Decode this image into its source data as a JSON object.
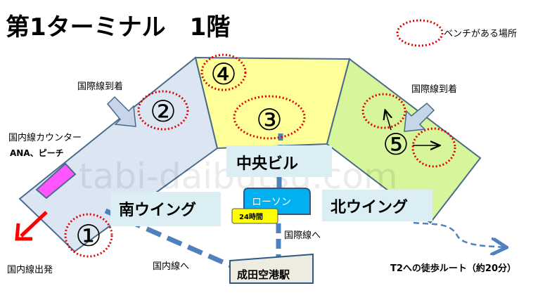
{
  "title": "第1ターミナル　1階",
  "legend": {
    "label": "ベンチがある場所",
    "color": "#e00000"
  },
  "watermark": "tabi-daibutsu.com",
  "areas": {
    "south_wing": "南ウイング",
    "central_building": "中央ビル",
    "north_wing": "北ウイング"
  },
  "shops": {
    "lawson": "ローソン",
    "hours_badge": "24時間"
  },
  "station": "成田空港駅",
  "bench_markers": [
    "①",
    "②",
    "③",
    "④",
    "⑤"
  ],
  "annotations": {
    "intl_arrival_left": "国際線到着",
    "intl_arrival_right": "国際線到着",
    "domestic_counter": "国内線カウンター",
    "domestic_airlines": "ANA、ピーチ",
    "domestic_departure": "国内線出発",
    "to_domestic": "国内線へ",
    "to_international": "国際線へ",
    "walk_to_t2": "T2への徒歩ルート（約20分）"
  },
  "colors": {
    "south": "#dce6f2",
    "central": "#ffff99",
    "north": "#d7f59b",
    "label_box": "#dbeef4",
    "route": "#4f81bd",
    "lawson": "#00b0f0",
    "counter": "#ff55ff"
  }
}
